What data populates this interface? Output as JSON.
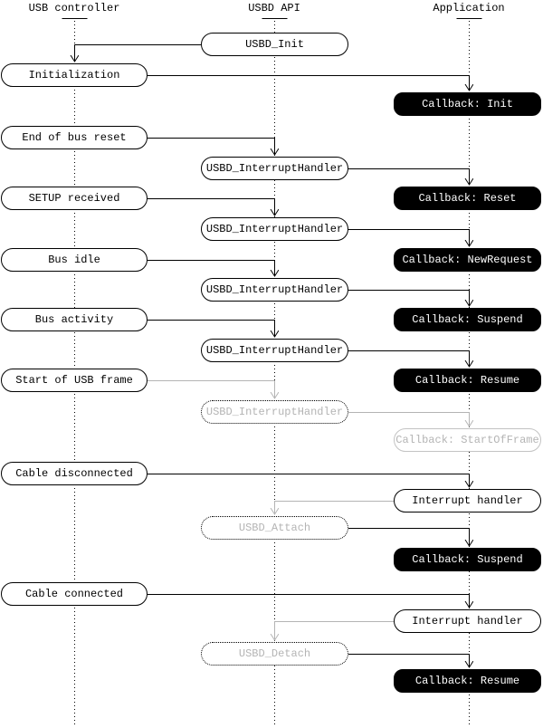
{
  "diagram": {
    "columns": [
      {
        "label": "USB controller"
      },
      {
        "label": "USBD API"
      },
      {
        "label": "Application"
      }
    ],
    "colors": {
      "background": "#ffffff",
      "line_black": "#000000",
      "line_gray": "#b4b4b4",
      "inactive_text_gray": "#b4b4b4",
      "inactive_border_gray": "#c3c3c3",
      "callback_bg": "#000000",
      "callback_text": "#ffffff",
      "event_box_bg": "#ffffff",
      "event_box_border": "#000000"
    },
    "nodes": [
      {
        "label": "USBD_Init",
        "column": "USBD API",
        "style": "active"
      },
      {
        "label": "Initialization",
        "column": "USB controller",
        "style": "active"
      },
      {
        "label": "Callback: Init",
        "column": "Application",
        "style": "callback"
      },
      {
        "label": "End of bus reset",
        "column": "USB controller",
        "style": "active"
      },
      {
        "label": "USBD_InterruptHandler",
        "column": "USBD API",
        "style": "active"
      },
      {
        "label": "SETUP received",
        "column": "USB controller",
        "style": "active"
      },
      {
        "label": "Callback: Reset",
        "column": "Application",
        "style": "callback"
      },
      {
        "label": "USBD_InterruptHandler",
        "column": "USBD API",
        "style": "active"
      },
      {
        "label": "Bus idle",
        "column": "USB controller",
        "style": "active"
      },
      {
        "label": "Callback: NewRequest",
        "column": "Application",
        "style": "callback"
      },
      {
        "label": "USBD_InterruptHandler",
        "column": "USBD API",
        "style": "active"
      },
      {
        "label": "Bus activity",
        "column": "USB controller",
        "style": "active"
      },
      {
        "label": "Callback: Suspend",
        "column": "Application",
        "style": "callback"
      },
      {
        "label": "USBD_InterruptHandler",
        "column": "USBD API",
        "style": "active"
      },
      {
        "label": "Start of USB frame",
        "column": "USB controller",
        "style": "active"
      },
      {
        "label": "Callback: Resume",
        "column": "Application",
        "style": "callback"
      },
      {
        "label": "USBD_InterruptHandler",
        "column": "USBD API",
        "style": "inactive-dotted"
      },
      {
        "label": "Callback: StartOfFrame",
        "column": "Application",
        "style": "inactive"
      },
      {
        "label": "Cable disconnected",
        "column": "USB controller",
        "style": "active"
      },
      {
        "label": "Interrupt handler",
        "column": "Application",
        "style": "active"
      },
      {
        "label": "USBD_Attach",
        "column": "USBD API",
        "style": "inactive-dotted"
      },
      {
        "label": "Callback: Suspend",
        "column": "Application",
        "style": "callback"
      },
      {
        "label": "Cable connected",
        "column": "USB controller",
        "style": "active"
      },
      {
        "label": "Interrupt handler",
        "column": "Application",
        "style": "active"
      },
      {
        "label": "USBD_Detach",
        "column": "USBD API",
        "style": "inactive-dotted"
      },
      {
        "label": "Callback: Resume",
        "column": "Application",
        "style": "callback"
      }
    ]
  }
}
